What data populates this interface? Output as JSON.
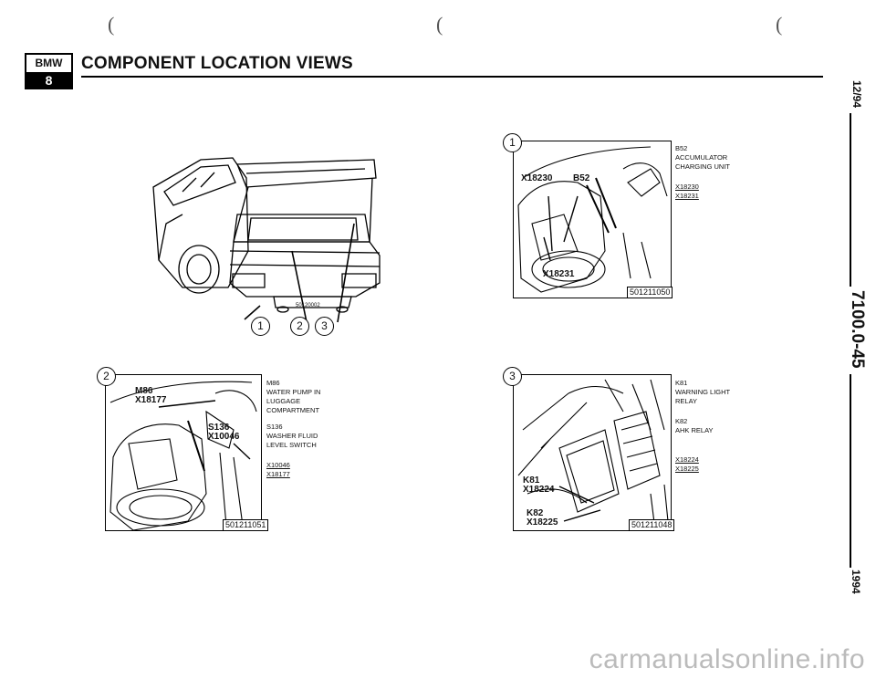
{
  "header": {
    "logo_top": "BMW",
    "logo_bottom": "8",
    "title": "COMPONENT LOCATION VIEWS"
  },
  "margin": {
    "date": "12/94",
    "section": "7100.0-45",
    "year": "1994"
  },
  "overview": {
    "stamp": "50120002",
    "markers": [
      "1",
      "2",
      "3"
    ]
  },
  "figures": [
    {
      "number": "1",
      "callouts": [
        "X18230",
        "B52",
        "X18231"
      ],
      "doc_number": "501211050",
      "legend": [
        {
          "code": "B52",
          "desc": [
            "ACCUMULATOR",
            "CHARGING UNIT"
          ]
        },
        {
          "code": "X18230",
          "desc": []
        },
        {
          "code": "X18231",
          "desc": []
        }
      ]
    },
    {
      "number": "2",
      "callouts": [
        "M86",
        "X18177",
        "S136",
        "X10046"
      ],
      "doc_number": "501211051",
      "legend": [
        {
          "code": "M86",
          "desc": [
            "WATER PUMP IN",
            "LUGGAGE",
            "COMPARTMENT"
          ]
        },
        {
          "code": "S136",
          "desc": [
            "WASHER FLUID",
            "LEVEL SWITCH"
          ]
        },
        {
          "code": "X10046",
          "desc": []
        },
        {
          "code": "X18177",
          "desc": []
        }
      ]
    },
    {
      "number": "3",
      "callouts": [
        "K81",
        "X18224",
        "K82",
        "X18225"
      ],
      "doc_number": "501211048",
      "legend": [
        {
          "code": "K81",
          "desc": [
            "WARNING LIGHT",
            "RELAY"
          ]
        },
        {
          "code": "K82",
          "desc": [
            "AHK RELAY"
          ]
        },
        {
          "code": "X18224",
          "desc": []
        },
        {
          "code": "X18225",
          "desc": []
        }
      ]
    }
  ],
  "watermark": "carmanualsonline.info"
}
